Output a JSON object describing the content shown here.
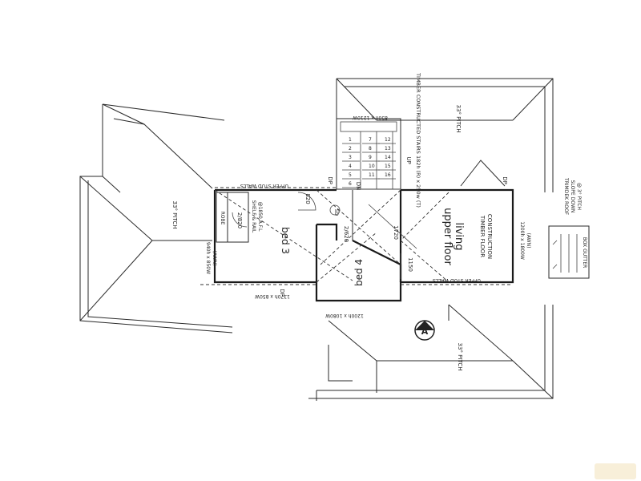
{
  "labels": {
    "pitch_left": "33° PITCH",
    "pitch_top_right": "33° PITCH",
    "pitch_bottom_right": "33° PITCH",
    "stairs_note": "TIMBER CONSTRUCTED STAIRS 182h (R) x 250w (T)",
    "upper_floor_living": "upper floor\nliving",
    "timber_floor": "TIMBER FLOOR\nCONSTRUCTION",
    "upper_stud_walls_top": "UPPER STUD WALLS",
    "upper_stud_walls_bottom": "UPPER STUD WALLS",
    "bed3": "bed 3",
    "bed4": "bed 4",
    "robe": "ROBE",
    "shelf_rail": "SHELF & RAIL\n@1850 A.F.L",
    "box_gutter": "BOX GUTTER",
    "trimdek": "TRIMDEK ROOF\nSLOPE DOWN\n@ 3° PITCH",
    "window_bed3_left": "940h x 850W\n(AWN)",
    "window_bed3_bottom": "1370h x 850W\n(AWN)",
    "window_bed4_bottom": "1200h x 1080W\n(AWN)",
    "window_living_right": "1200h x 1800W\n(AWN)",
    "window_top": "850h x 1210W",
    "door_2080": "2/820",
    "door_2620": "2/620",
    "door_820": "820",
    "dim_1150": "1150",
    "dim_1720": "1720",
    "dp_top": "DP",
    "dp_right": "DP",
    "dp_bottom": "DP",
    "dn": "DN",
    "upr": "UP",
    "circle_label": "SD",
    "section_marker": "A",
    "stair_risers": [
      "1",
      "2",
      "3",
      "4",
      "5",
      "6",
      "7",
      "8",
      "9",
      "10",
      "11",
      "12",
      "13",
      "14",
      "15",
      "16"
    ]
  }
}
